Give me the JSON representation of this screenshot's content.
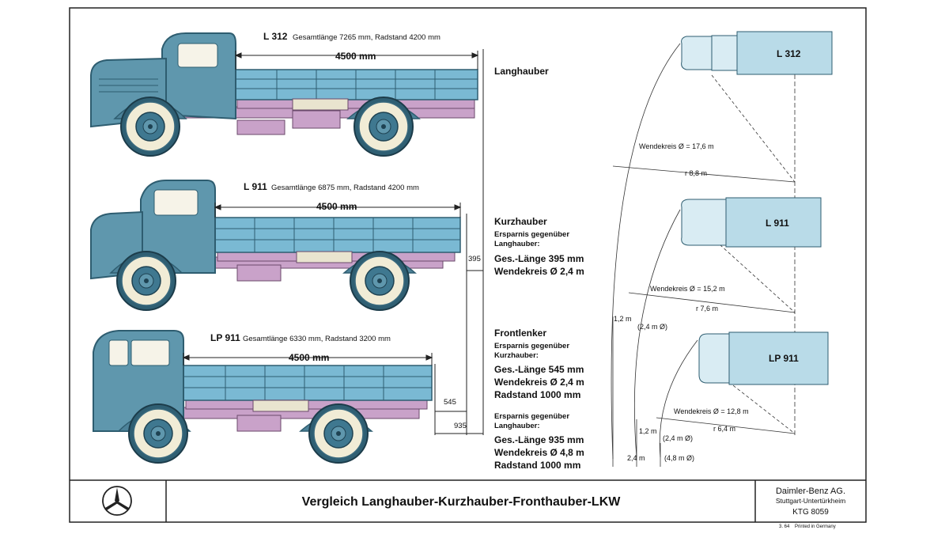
{
  "trucks": [
    {
      "model": "L 312",
      "spec": "Gesamtlänge 7265 mm, Radstand 4200 mm",
      "bed": "4500 mm",
      "category": "Langhauber"
    },
    {
      "model": "L 911",
      "spec": "Gesamtlänge 6875 mm, Radstand 4200 mm",
      "bed": "4500 mm",
      "category": "Kurzhauber"
    },
    {
      "model": "LP 911",
      "spec": "Gesamtlänge 6330 mm, Radstand 3200 mm",
      "bed": "4500 mm",
      "category": "Frontlenker"
    }
  ],
  "kurzhauber": {
    "savings_header_1": "Ersparnis gegenüber",
    "savings_header_2": "Langhauber:",
    "length": "Ges.-Länge 395 mm",
    "turn": "Wendekreis Ø 2,4 m"
  },
  "frontlenker": {
    "group1_header_1": "Ersparnis gegenüber",
    "group1_header_2": "Kurzhauber:",
    "group1_length": "Ges.-Länge 545 mm",
    "group1_turn": "Wendekreis Ø 2,4 m",
    "group1_wheelbase": "Radstand 1000 mm",
    "group2_header_1": "Ersparnis gegenüber",
    "group2_header_2": "Langhauber:",
    "group2_length": "Ges.-Länge 935 mm",
    "group2_turn": "Wendekreis Ø 4,8 m",
    "group2_wheelbase": "Radstand 1000 mm"
  },
  "length_diffs": {
    "d395": "395",
    "d545": "545",
    "d935": "935"
  },
  "turning": [
    {
      "model": "L 312",
      "circle": "Wendekreis Ø = 17,6 m",
      "radius": "r 8,8 m"
    },
    {
      "model": "L 911",
      "circle": "Wendekreis Ø = 15,2 m",
      "radius": "r 7,6 m",
      "diff": "1,2 m",
      "diff_paren": "(2,4 m Ø)"
    },
    {
      "model": "LP 911",
      "circle": "Wendekreis Ø = 12,8 m",
      "radius": "r 6,4 m",
      "diff": "1,2 m",
      "diff_paren": "(2,4 m Ø)",
      "diff2": "2,4 m",
      "diff2_paren": "(4,8 m Ø)"
    }
  ],
  "footer": {
    "title": "Vergleich Langhauber-Kurzhauber-Fronthauber-LKW",
    "company": "Daimler-Benz AG.",
    "city": "Stuttgart-Untertürkheim",
    "code": "KTG 8059",
    "date": "3. 64",
    "printed": "Printed in Germany"
  },
  "colors": {
    "cab": "#5f97ad",
    "cab_dark": "#2e5d70",
    "bed": "#7ab9d3",
    "chassis": "#c9a2c9",
    "tire": "#f1ecd6",
    "line": "#222222"
  }
}
